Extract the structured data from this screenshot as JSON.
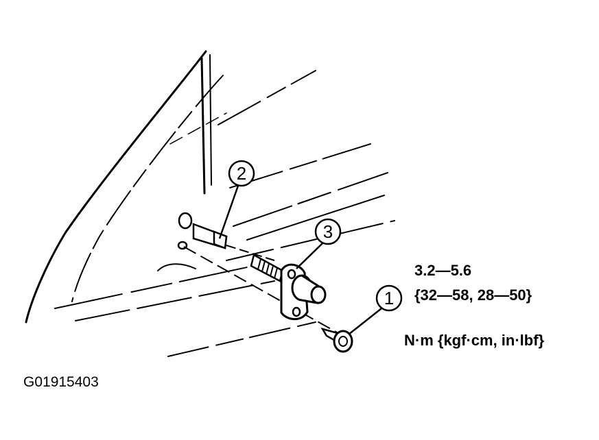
{
  "figure": {
    "code": "G01915403",
    "callouts": [
      {
        "number": "1",
        "part": ""
      },
      {
        "number": "2",
        "part": ""
      },
      {
        "number": "3",
        "part": ""
      }
    ]
  },
  "torque_spec": {
    "value": "3.2—5.6",
    "alternate_units": "{32—58, 28—50}",
    "units": "N·m {kgf·cm, in·lbf}"
  }
}
